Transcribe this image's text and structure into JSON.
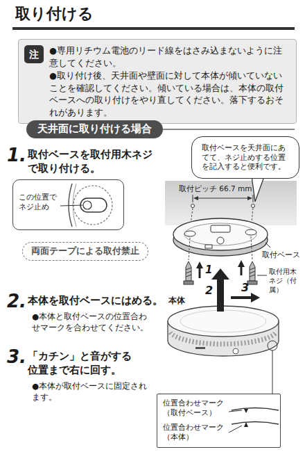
{
  "diagram": {
    "title": "取り付ける",
    "nodes": [
      {
        "text": [
          "●専用リチウム電池のリード線をはさみ込まないように注意してください。",
          "●取り付け後、天井面や壁面に対して本体が傾いていないことを確認してください。傾いている場合は、本体の取付ベースへの取り付けをやり直してください。落下するおそれがあります。"
        ]
      },
      {
        "text": [
          "注"
        ],
        "in": 0
      },
      {
        "text": [
          "天井面に取り付ける場合"
        ]
      },
      {
        "text": [
          "取付ベースを天井面にあてて、ネジ止めする位置を記入すると便利です。"
        ]
      },
      {
        "text": [
          "この位置でネジ止め"
        ]
      },
      {
        "text": [
          "両面テープによる取付禁止"
        ]
      },
      {
        "text": [
          "位置合わせマーク（取付ベース）",
          "位置合わせマーク（本体）"
        ]
      }
    ],
    "labels": [
      "1.",
      "取付ベースを取付用木ネジで取り付ける。",
      "2.",
      "本体を取付ベースにはめる。",
      "●本体と取付ベースの位置合わせマークを合わせてください。",
      "3.",
      "「カチン」と音がする位置まで右に回す。",
      "●本体が取付ベースに固定されます。",
      "取付ピッチ 66.7 mm",
      "取付ベース",
      "取付用木ネジ（付属）",
      "1",
      "本体",
      "2",
      "3"
    ]
  }
}
